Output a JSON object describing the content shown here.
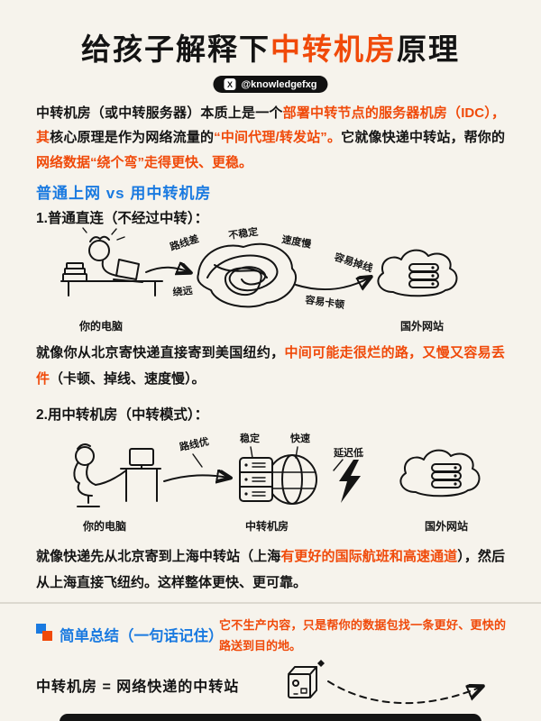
{
  "colors": {
    "background": "#f6f3ec",
    "ink": "#141414",
    "accent_orange": "#f04a0a",
    "accent_blue": "#1a7ae0",
    "badge_background": "#111111"
  },
  "header": {
    "title_parts": [
      {
        "text": "给孩子解释下",
        "color": "ink"
      },
      {
        "text": "中转机房",
        "color": "orange"
      },
      {
        "text": "原理",
        "color": "ink"
      }
    ],
    "badge": {
      "icon": "x-logo",
      "icon_glyph": "X",
      "handle": "@knowledgefxg"
    }
  },
  "intro": {
    "segments": [
      {
        "text": "中转机房（或中转服务器）本质上是一个",
        "color": "ink"
      },
      {
        "text": "部署中转节点的服务器机房（IDC），其",
        "color": "orange"
      },
      {
        "text": "核心原理是作为网络流量的",
        "color": "ink"
      },
      {
        "text": "“中间代理/转发站”。",
        "color": "orange"
      },
      {
        "text": "它就像快递中转站，帮你的",
        "color": "ink"
      },
      {
        "text": "网络数据“绕个弯”走得更快、更稳。",
        "color": "orange"
      }
    ]
  },
  "comparison": {
    "heading": "普通上网 vs 用中转机房"
  },
  "section_direct": {
    "title": "1.普通直连（不经过中转）：",
    "diagram": {
      "left_label": "你的电脑",
      "right_label": "国外网站",
      "problem_labels": [
        "路线差",
        "不稳定",
        "速度慢",
        "容易掉线",
        "绕远",
        "容易卡顿"
      ]
    },
    "caption_segments": [
      {
        "text": "就像你从北京寄快递直接寄到美国纽约，",
        "color": "ink"
      },
      {
        "text": "中间可能走很烂的路，又慢又容易丢件",
        "color": "orange"
      },
      {
        "text": "（卡顿、掉线、速度慢）。",
        "color": "ink"
      }
    ]
  },
  "section_relay": {
    "title": "2.用中转机房（中转模式）：",
    "diagram": {
      "left_label": "你的电脑",
      "middle_label": "中转机房",
      "right_label": "国外网站",
      "benefit_labels": [
        "路线优",
        "稳定",
        "快速",
        "延迟低"
      ]
    },
    "caption_segments": [
      {
        "text": "就像快递先从北京寄到上海中转站（上海",
        "color": "ink"
      },
      {
        "text": "有更好的国际航班和高速通道",
        "color": "orange"
      },
      {
        "text": "），然后从上海直接飞纽约。这样整体更快、更可靠。",
        "color": "ink"
      }
    ]
  },
  "summary": {
    "heading": "简单总结（一句话记住）",
    "note": "它不生产内容，只是帮你的数据包找一条更好、更快的路送到目的地。",
    "formula": "中转机房 = 网络快递的中转站"
  }
}
